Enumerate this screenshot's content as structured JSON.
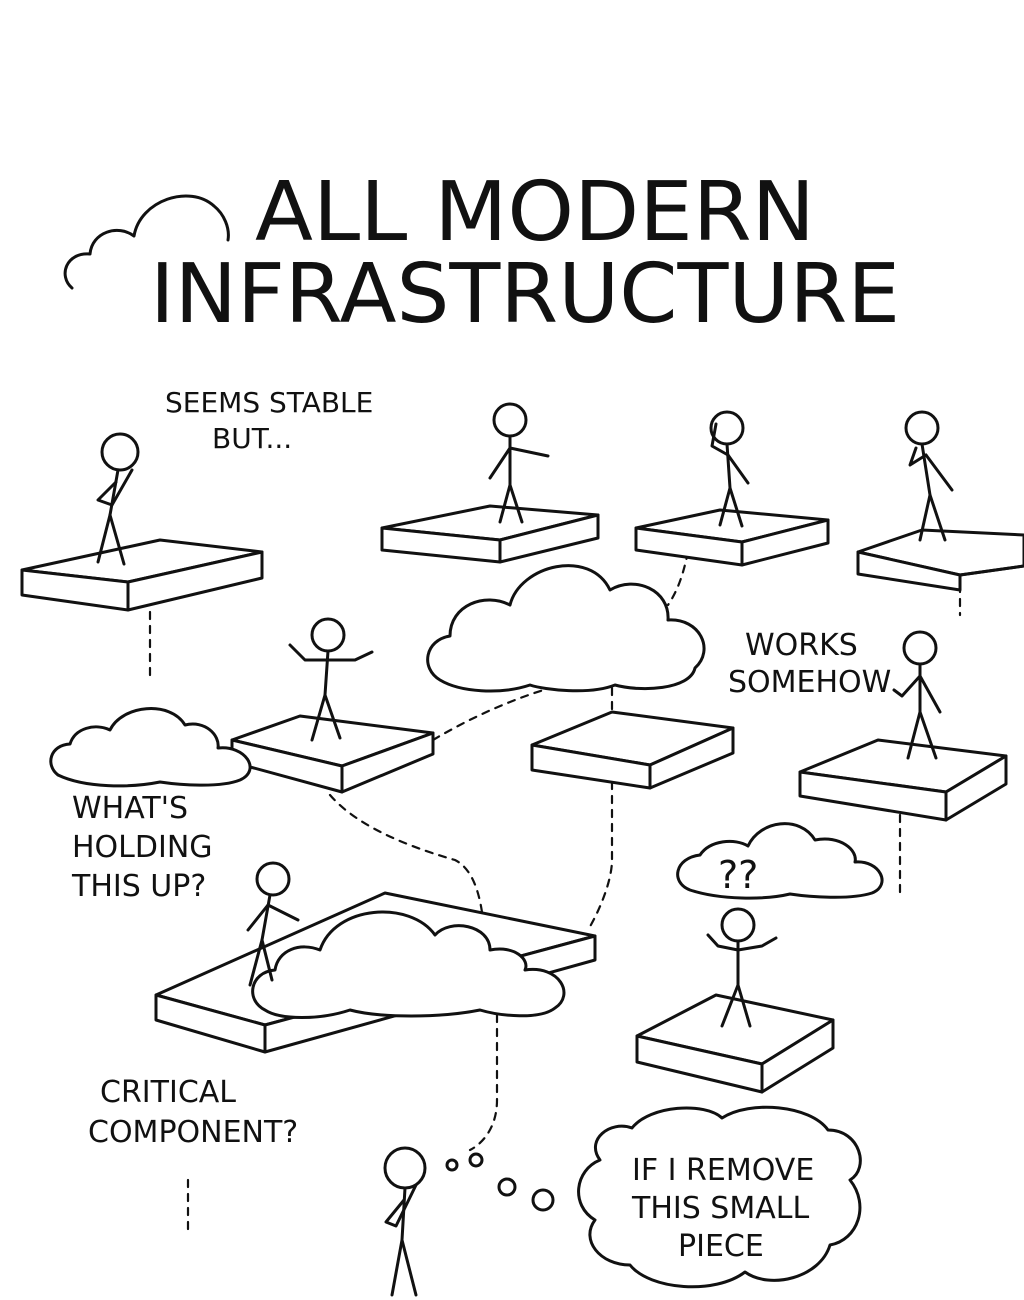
{
  "title": {
    "line1": "ALL MODERN",
    "line2": "INFRASTRUCTURE"
  },
  "captions": {
    "seems_stable_1": "SEEMS STABLE",
    "seems_stable_2": "BUT...",
    "works_1": "WORKS",
    "works_2": "SOMEHOW",
    "whats_1": "WHAT'S",
    "whats_2": "HOLDING",
    "whats_3": "THIS UP?",
    "critical_1": "CRITICAL",
    "critical_2": "COMPONENT?",
    "question_marks": "??",
    "remove_1": "IF I REMOVE",
    "remove_2": "THIS SMALL",
    "remove_3": "PIECE"
  }
}
